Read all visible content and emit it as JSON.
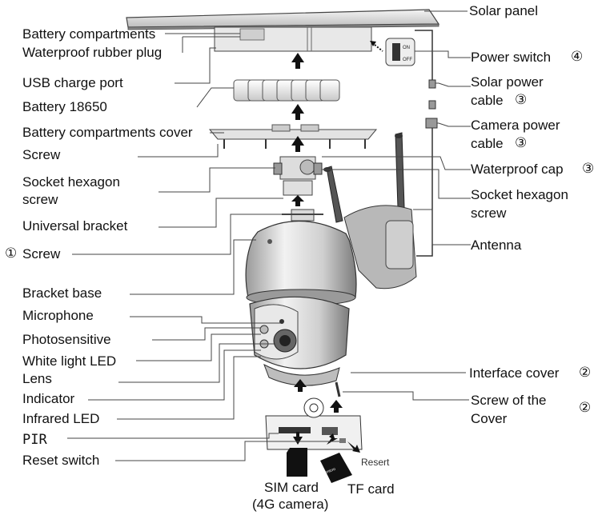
{
  "labels_left": {
    "battery_compartments": "Battery compartments",
    "waterproof_rubber_plug": "Waterproof rubber plug",
    "usb_charge_port": "USB charge port",
    "battery_18650": "Battery 18650",
    "battery_compartments_cover": "Battery compartments cover",
    "screw": "Screw",
    "socket_hexagon_screw_line1": "Socket hexagon",
    "socket_hexagon_screw_line2": "screw",
    "universal_bracket": "Universal bracket",
    "screw_1": "Screw",
    "bracket_base": "Bracket base",
    "microphone": "Microphone",
    "photosensitive": "Photosensitive",
    "white_light_led": "White light LED",
    "lens": "Lens",
    "indicator": "Indicator",
    "infrared_led": "Infrared LED",
    "pir": "PIR",
    "reset_switch": "Reset switch"
  },
  "labels_right": {
    "solar_panel": "Solar panel",
    "power_switch": "Power switch",
    "solar_power_cable_line1": "Solar power",
    "solar_power_cable_line2": "cable",
    "camera_power_cable_line1": "Camera power",
    "camera_power_cable_line2": "cable",
    "waterproof_cap": "Waterproof cap",
    "socket_hexagon_screw_line1": "Socket hexagon",
    "socket_hexagon_screw_line2": "screw",
    "antenna": "Antenna",
    "interface_cover": "Interface cover",
    "screw_of_cover_line1": "Screw of the",
    "screw_of_cover_line2": "Cover"
  },
  "markers": {
    "one": "①",
    "two": "②",
    "three": "③",
    "four": "④"
  },
  "bottom_labels": {
    "sim_card_line1": "SIM card",
    "sim_card_line2": "(4G camera)",
    "tf_card": "TF card",
    "resert": "Resert"
  },
  "switch_labels": {
    "on": "ON",
    "off": "OFF"
  }
}
